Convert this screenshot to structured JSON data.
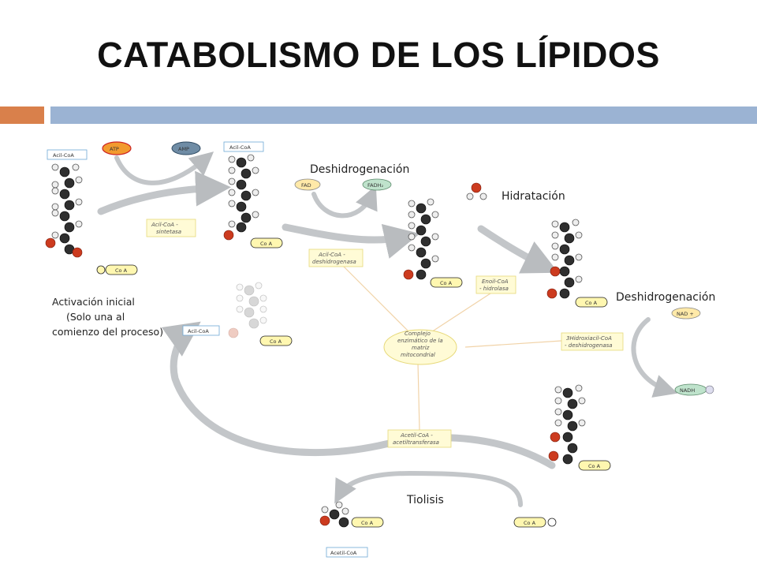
{
  "slide": {
    "title": "CATABOLISMO DE LOS LÍPIDOS",
    "colors": {
      "accent_left": "#d9804b",
      "accent_bar": "#9bb3d3"
    }
  },
  "diagram": {
    "steps": {
      "dehydro1": "Deshidrogenación",
      "hydration": "Hidratación",
      "dehydro2": "Deshidrogenación",
      "thiolysis": "Tiolisis"
    },
    "activation_note": [
      "Activación inicial",
      "(Solo una al",
      "comienzo del proceso)"
    ],
    "cofactors": {
      "atp": "ATP",
      "amp": "AMP",
      "fad": "FAD",
      "fadh2": "FADH₂",
      "nad": "NAD +",
      "nadh": "NADH"
    },
    "molecule_tags": {
      "acyl_coa_1": "Acil-CoA",
      "acyl_coa_2": "Acil-CoA",
      "acyl_coa_3": "Acil-CoA",
      "acetyl_coa": "Acetil-CoA"
    },
    "coa_label": "Co A",
    "enzymes": {
      "synthetase": [
        "Acil-CoA -",
        "sintetasa"
      ],
      "acyl_dehydrogenase": [
        "Acil-CoA -",
        "deshidrogenasa"
      ],
      "enoyl_hydrolase": [
        "Enoil-CoA",
        "- hidrolasa"
      ],
      "hydroxyacyl_dehydrogenase": [
        "3Hidroxiacil-CoA",
        "- deshidrogenasa"
      ],
      "acetyltransferase": [
        "Acetil-CoA -",
        "acetiltransferasa"
      ]
    },
    "complex": [
      "Complejo",
      "enzimático de la",
      "matriz",
      "mitocondrial"
    ]
  }
}
